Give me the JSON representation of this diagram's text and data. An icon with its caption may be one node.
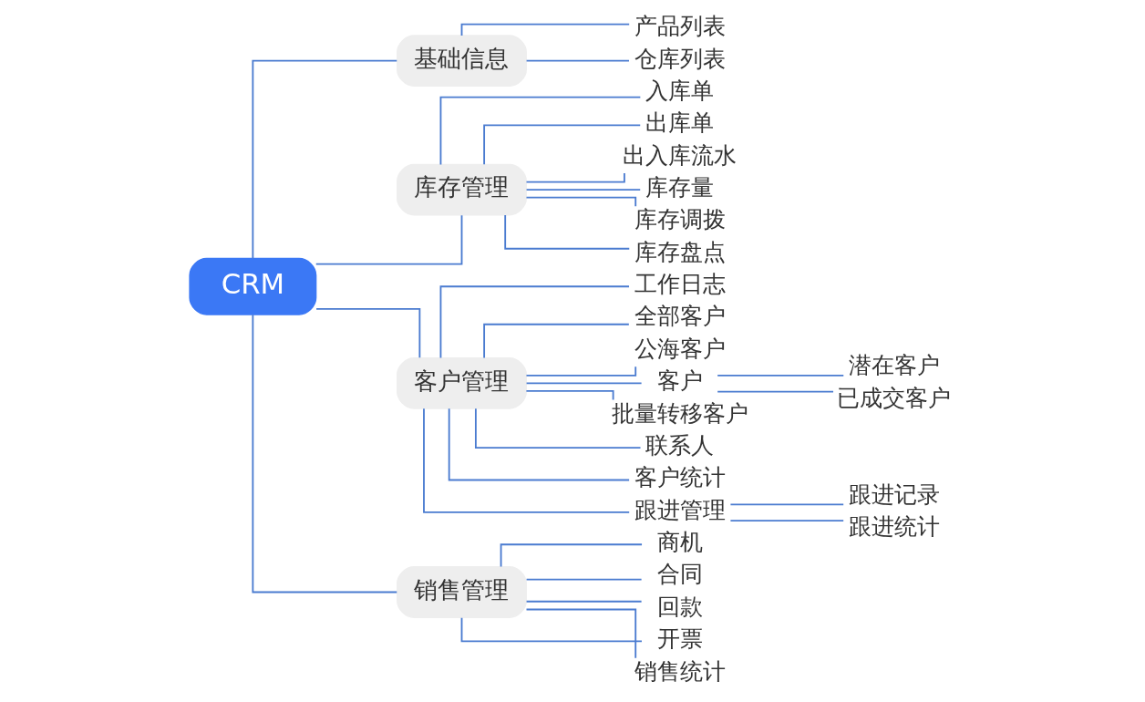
{
  "diagram": {
    "nodes": [
      {
        "text": [
          "CRM"
        ]
      },
      {
        "text": [
          "基础信息"
        ]
      },
      {
        "text": [
          "产品列表"
        ]
      },
      {
        "text": [
          "仓库列表"
        ]
      },
      {
        "text": [
          "库存管理"
        ]
      },
      {
        "text": [
          "入库单"
        ]
      },
      {
        "text": [
          "出库单"
        ]
      },
      {
        "text": [
          "出入库流水"
        ]
      },
      {
        "text": [
          "库存量"
        ]
      },
      {
        "text": [
          "库存调拨"
        ]
      },
      {
        "text": [
          "库存盘点"
        ]
      },
      {
        "text": [
          "客户管理"
        ]
      },
      {
        "text": [
          "工作日志"
        ]
      },
      {
        "text": [
          "全部客户"
        ]
      },
      {
        "text": [
          "公海客户"
        ]
      },
      {
        "text": [
          "客户"
        ]
      },
      {
        "text": [
          "潜在客户"
        ]
      },
      {
        "text": [
          "已成交客户"
        ]
      },
      {
        "text": [
          "批量转移客户"
        ]
      },
      {
        "text": [
          "联系人"
        ]
      },
      {
        "text": [
          "客户统计"
        ]
      },
      {
        "text": [
          "跟进管理"
        ]
      },
      {
        "text": [
          "跟进记录"
        ]
      },
      {
        "text": [
          "跟进统计"
        ]
      },
      {
        "text": [
          "销售管理"
        ]
      },
      {
        "text": [
          "商机"
        ]
      },
      {
        "text": [
          "合同"
        ]
      },
      {
        "text": [
          "回款"
        ]
      },
      {
        "text": [
          "开票"
        ]
      },
      {
        "text": [
          "销售统计"
        ]
      }
    ],
    "edges": [
      {
        "from": 0,
        "to": 1,
        "arrow": "none"
      },
      {
        "from": 1,
        "to": 2,
        "arrow": "none"
      },
      {
        "from": 1,
        "to": 3,
        "arrow": "none"
      },
      {
        "from": 0,
        "to": 4,
        "arrow": "none"
      },
      {
        "from": 4,
        "to": 5,
        "arrow": "none"
      },
      {
        "from": 4,
        "to": 6,
        "arrow": "none"
      },
      {
        "from": 4,
        "to": 7,
        "arrow": "none"
      },
      {
        "from": 4,
        "to": 8,
        "arrow": "none"
      },
      {
        "from": 4,
        "to": 9,
        "arrow": "none"
      },
      {
        "from": 4,
        "to": 10,
        "arrow": "none"
      },
      {
        "from": 0,
        "to": 11,
        "arrow": "none"
      },
      {
        "from": 11,
        "to": 12,
        "arrow": "none"
      },
      {
        "from": 11,
        "to": 13,
        "arrow": "none"
      },
      {
        "from": 11,
        "to": 14,
        "arrow": "none"
      },
      {
        "from": 11,
        "to": 15,
        "arrow": "none"
      },
      {
        "from": 15,
        "to": 16,
        "arrow": "none"
      },
      {
        "from": 15,
        "to": 17,
        "arrow": "none"
      },
      {
        "from": 11,
        "to": 18,
        "arrow": "none"
      },
      {
        "from": 11,
        "to": 19,
        "arrow": "none"
      },
      {
        "from": 11,
        "to": 20,
        "arrow": "none"
      },
      {
        "from": 11,
        "to": 21,
        "arrow": "none"
      },
      {
        "from": 21,
        "to": 22,
        "arrow": "none"
      },
      {
        "from": 21,
        "to": 23,
        "arrow": "none"
      },
      {
        "from": 0,
        "to": 24,
        "arrow": "none"
      },
      {
        "from": 24,
        "to": 25,
        "arrow": "none"
      },
      {
        "from": 24,
        "to": 26,
        "arrow": "none"
      },
      {
        "from": 24,
        "to": 27,
        "arrow": "none"
      },
      {
        "from": 24,
        "to": 28,
        "arrow": "none"
      },
      {
        "from": 24,
        "to": 29,
        "arrow": "none"
      }
    ]
  }
}
